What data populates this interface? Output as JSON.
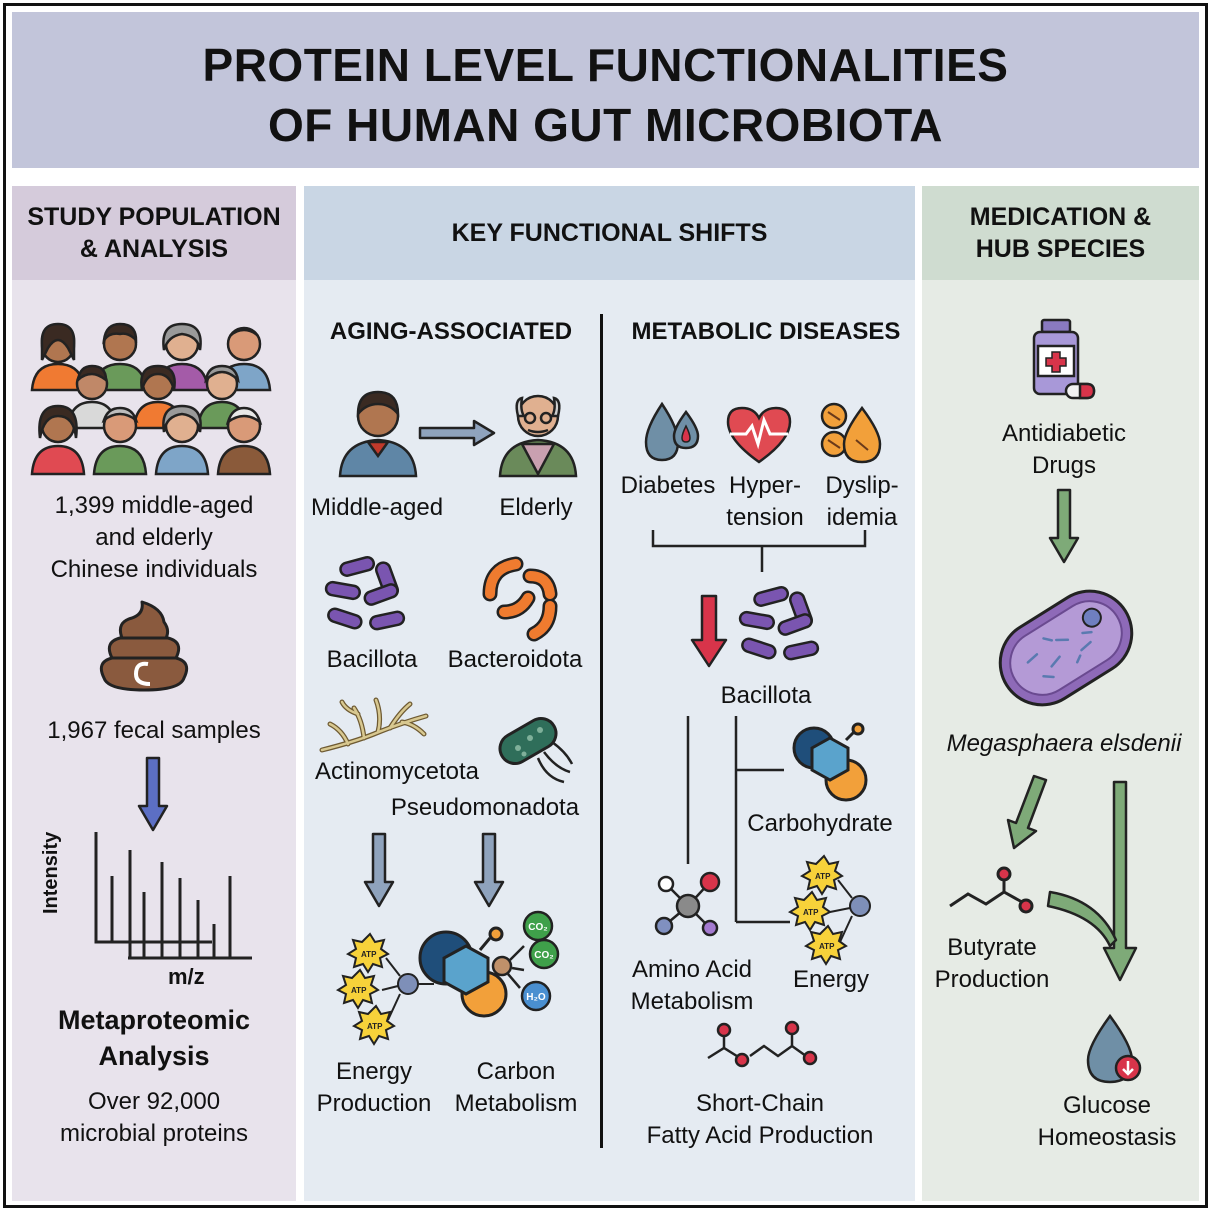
{
  "title": {
    "line1": "PROTEIN LEVEL FUNCTIONALITIES",
    "line2": "OF HUMAN GUT MICROBIOTA"
  },
  "study": {
    "header_line1": "STUDY POPULATION",
    "header_line2": "& ANALYSIS",
    "population_line1": "1,399 middle-aged",
    "population_line2": "and elderly",
    "population_line3": "Chinese individuals",
    "samples": "1,967 fecal samples",
    "ms_ylabel": "Intensity",
    "ms_xlabel": "m/z",
    "analysis_line1": "Metaproteomic",
    "analysis_line2": "Analysis",
    "proteins_line1": "Over 92,000",
    "proteins_line2": "microbial proteins"
  },
  "shifts": {
    "header": "KEY FUNCTIONAL SHIFTS",
    "aging": {
      "header": "AGING-ASSOCIATED",
      "middle_aged": "Middle-aged",
      "elderly": "Elderly",
      "bacillota": "Bacillota",
      "bacteroidota": "Bacteroidota",
      "actinomycetota": "Actinomycetota",
      "pseudomonadota": "Pseudomonadota",
      "energy_line1": "Energy",
      "energy_line2": "Production",
      "carbon_line1": "Carbon",
      "carbon_line2": "Metabolism"
    },
    "metabolic": {
      "header": "METABOLIC DISEASES",
      "diabetes": "Diabetes",
      "hyper_line1": "Hyper-",
      "hyper_line2": "tension",
      "dyslip_line1": "Dyslip-",
      "dyslip_line2": "idemia",
      "bacillota": "Bacillota",
      "carbohydrate": "Carbohydrate",
      "amino_line1": "Amino Acid",
      "amino_line2": "Metabolism",
      "energy": "Energy",
      "scfa_line1": "Short-Chain",
      "scfa_line2": "Fatty Acid Production"
    }
  },
  "medication": {
    "header_line1": "MEDICATION &",
    "header_line2": "HUB SPECIES",
    "drugs_line1": "Antidiabetic",
    "drugs_line2": "Drugs",
    "species": "Megasphaera elsdenii",
    "butyrate_line1": "Butyrate",
    "butyrate_line2": "Production",
    "glucose_line1": "Glucose",
    "glucose_line2": "Homeostasis"
  },
  "icons": {
    "atp_label": "ATP",
    "co2_label": "CO₂",
    "h2o_label": "H₂O"
  },
  "colors": {
    "title_bg": "#c2c5da",
    "study_panel": "#e8e3ec",
    "shifts_panel": "#e5ebf2",
    "medication_panel": "#e6ebe5",
    "arrow_blue": "#8fa3bd",
    "arrow_green": "#7eaa78",
    "arrow_red": "#d8344a",
    "bacillota_purple": "#7a55b0",
    "bacteroidota_orange": "#ef7b2f"
  }
}
